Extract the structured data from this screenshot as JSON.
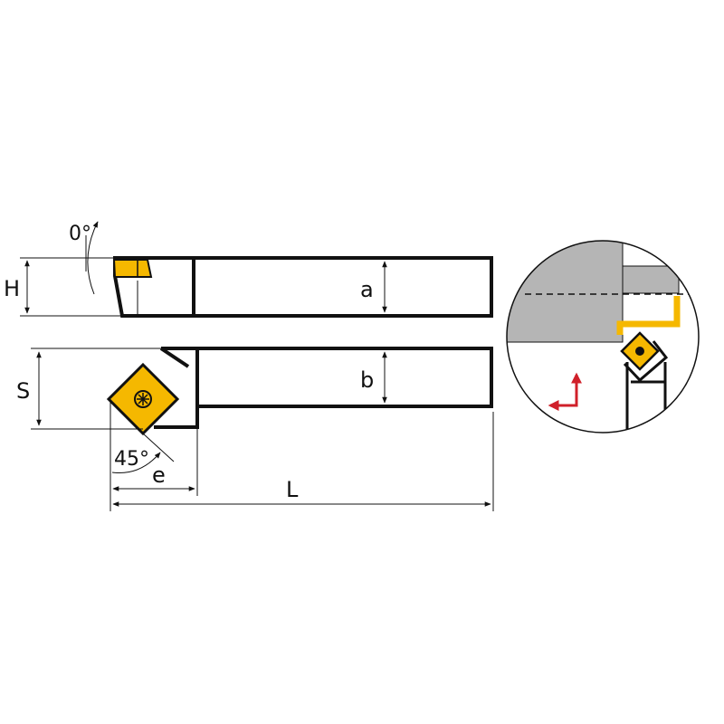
{
  "labels": {
    "angle_top": "0°",
    "height_h": "H",
    "dim_a": "a",
    "width_s": "S",
    "dim_b": "b",
    "angle_bottom": "45°",
    "dim_e": "e",
    "length_l": "L"
  },
  "colors": {
    "insert": "#F5B800",
    "insert_edge": "#111111",
    "workpiece": "#B5B5B5",
    "feed_arrow": "#D0202A",
    "outline": "#111111"
  }
}
